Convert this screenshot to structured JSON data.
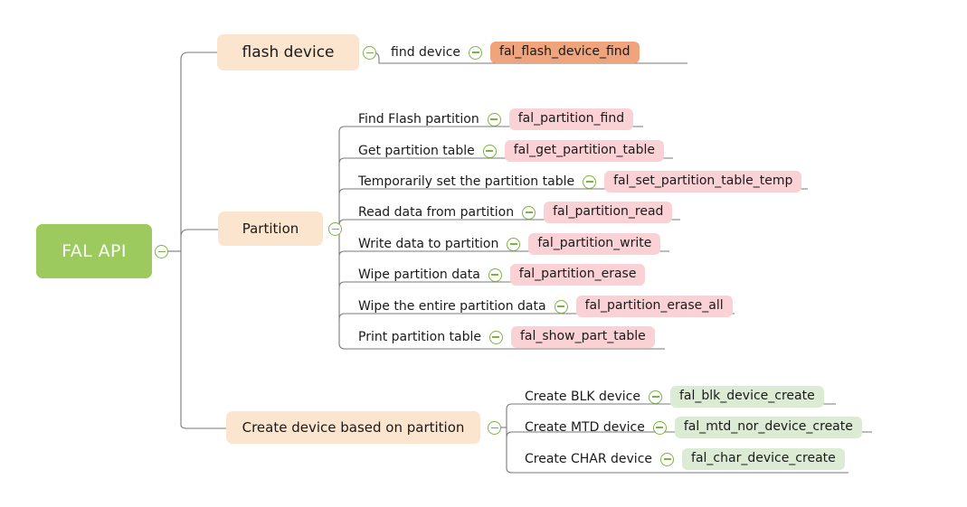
{
  "diagram": {
    "type": "mindmap",
    "title": "FAL API",
    "root": {
      "label": "FAL API",
      "color": "#9CCA5F",
      "text_color": "#ffffff",
      "collapse_icon": "minus-circle-icon"
    },
    "topic_color": "#FBE5CE",
    "connector_color": "#7a7a7a",
    "badge_colors": {
      "orange": "#EFA47C",
      "pink": "#FAD2D6",
      "green": "#DCEBD3"
    },
    "topics": [
      {
        "label": "flash device",
        "badge_style": "orange",
        "leaves": [
          {
            "label": "find device",
            "function": "fal_flash_device_find"
          }
        ]
      },
      {
        "label": "Partition",
        "badge_style": "pink",
        "leaves": [
          {
            "label": "Find Flash partition",
            "function": "fal_partition_find"
          },
          {
            "label": "Get partition table",
            "function": "fal_get_partition_table"
          },
          {
            "label": "Temporarily set the partition table",
            "function": "fal_set_partition_table_temp"
          },
          {
            "label": "Read data from partition",
            "function": "fal_partition_read"
          },
          {
            "label": "Write data to partition",
            "function": "fal_partition_write"
          },
          {
            "label": "Wipe partition data",
            "function": "fal_partition_erase"
          },
          {
            "label": "Wipe the entire partition data",
            "function": "fal_partition_erase_all"
          },
          {
            "label": "Print partition table",
            "function": "fal_show_part_table"
          }
        ]
      },
      {
        "label": "Create device based on partition",
        "badge_style": "green",
        "leaves": [
          {
            "label": "Create BLK device",
            "function": "fal_blk_device_create"
          },
          {
            "label": "Create MTD device",
            "function": "fal_mtd_nor_device_create"
          },
          {
            "label": "Create CHAR device",
            "function": "fal_char_device_create"
          }
        ]
      }
    ]
  }
}
